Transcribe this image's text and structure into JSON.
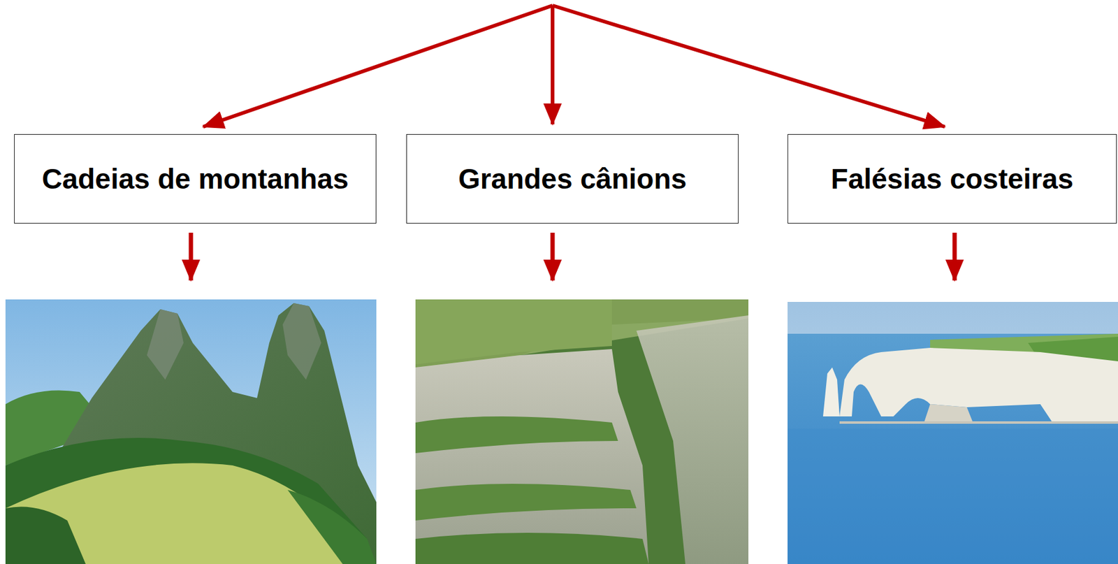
{
  "diagram": {
    "nodes": [
      {
        "text": [
          "Cadeias de montanhas"
        ]
      },
      {
        "text": [
          "Grandes cânions"
        ]
      },
      {
        "text": [
          "Falésias costeiras"
        ]
      }
    ]
  }
}
